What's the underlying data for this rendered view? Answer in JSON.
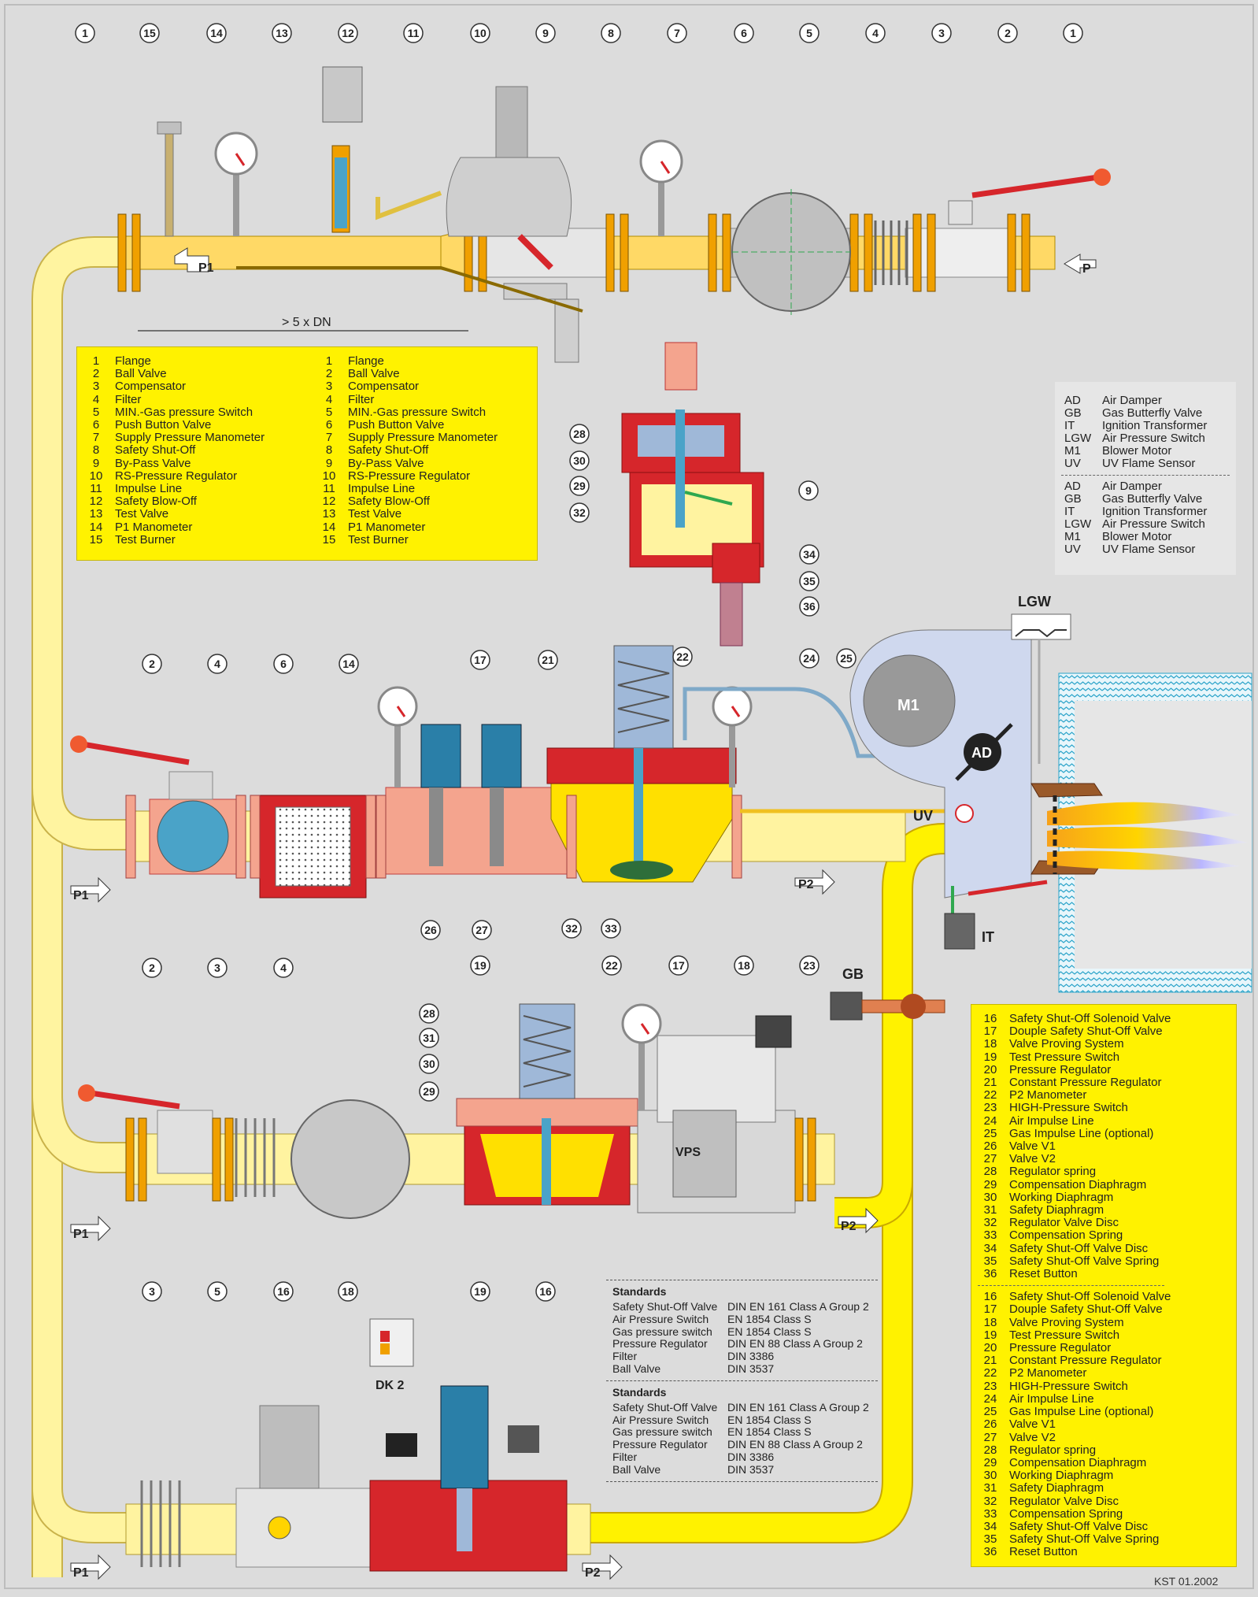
{
  "colors": {
    "background": "#dcdcdc",
    "pipe_yellow": "#fff200",
    "pipe_pale": "#ffef9a",
    "body_red": "#d6262b",
    "body_salmon": "#f4a48e",
    "spring_blue": "#9fb8d8",
    "brass": "#f0a000",
    "valve_grey": "#c9c9c9"
  },
  "icons": [
    "manometer-icon",
    "ball-valve-icon",
    "flange-icon",
    "filter-icon",
    "solenoid-icon",
    "pressure-switch-icon",
    "flame-icon",
    "blower-motor-icon",
    "air-damper-icon",
    "uv-sensor-icon",
    "ignition-transformer-icon",
    "flow-arrow-icon"
  ],
  "callouts": {
    "row1": [
      "1",
      "15",
      "14",
      "13",
      "12",
      "11",
      "10",
      "9",
      "8",
      "7",
      "6",
      "5",
      "4",
      "3",
      "2",
      "1"
    ],
    "inset": [
      "28",
      "30",
      "29",
      "32",
      "9",
      "34",
      "35",
      "36"
    ],
    "row2_top": [
      "2",
      "4",
      "6",
      "14",
      "17",
      "21",
      "22",
      "24",
      "25"
    ],
    "row2_bottom": [
      "26",
      "27",
      "32",
      "33"
    ],
    "row3": [
      "2",
      "3",
      "4",
      "19",
      "28",
      "31",
      "30",
      "29",
      "22",
      "17",
      "18",
      "23"
    ],
    "row4": [
      "3",
      "5",
      "16",
      "18",
      "19",
      "16"
    ]
  },
  "pipe_labels": {
    "p": "P",
    "p1": "P1",
    "p1_sub": "1",
    "p2": "P2",
    "p2_sub": "2",
    "min_distance": "> 5 x DN"
  },
  "component_labels": {
    "lgw": "LGW",
    "m1": "M1",
    "ad": "AD",
    "uv": "UV",
    "it": "IT",
    "gb": "GB",
    "vps": "VPS",
    "dk2": "DK 2"
  },
  "legend_top": [
    [
      "1",
      "Flange"
    ],
    [
      "2",
      "Ball Valve"
    ],
    [
      "3",
      "Compensator"
    ],
    [
      "4",
      "Filter"
    ],
    [
      "5",
      "MIN.-Gas pressure Switch"
    ],
    [
      "6",
      "Push Button Valve"
    ],
    [
      "7",
      "Supply Pressure Manometer"
    ],
    [
      "8",
      "Safety Shut-Off"
    ],
    [
      "9",
      "By-Pass Valve"
    ],
    [
      "10",
      "RS-Pressure Regulator"
    ],
    [
      "11",
      "Impulse Line"
    ],
    [
      "12",
      "Safety Blow-Off"
    ],
    [
      "13",
      "Test Valve"
    ],
    [
      "14",
      "P1 Manometer"
    ],
    [
      "15",
      "Test Burner"
    ]
  ],
  "legend_bottom": [
    [
      "16",
      "Safety Shut-Off Solenoid Valve"
    ],
    [
      "17",
      "Douple Safety Shut-Off Valve"
    ],
    [
      "18",
      "Valve  Proving System"
    ],
    [
      "19",
      "Test Pressure Switch"
    ],
    [
      "20",
      "Pressure Regulator"
    ],
    [
      "21",
      "Constant Pressure Regulator"
    ],
    [
      "22",
      "P2 Manometer"
    ],
    [
      "23",
      "HIGH-Pressure Switch"
    ],
    [
      "24",
      "Air Impulse Line"
    ],
    [
      "25",
      "Gas Impulse Line (optional)"
    ],
    [
      "26",
      "Valve V1"
    ],
    [
      "27",
      "Valve V2"
    ],
    [
      "28",
      "Regulator spring"
    ],
    [
      "29",
      "Compensation Diaphragm"
    ],
    [
      "30",
      "Working Diaphragm"
    ],
    [
      "31",
      "Safety Diaphragm"
    ],
    [
      "32",
      "Regulator Valve Disc"
    ],
    [
      "33",
      "Compensation Spring"
    ],
    [
      "34",
      "Safety Shut-Off Valve Disc"
    ],
    [
      "35",
      "Safety Shut-Off Valve Spring"
    ],
    [
      "36",
      "Reset Button"
    ]
  ],
  "abbreviations": [
    [
      "AD",
      "Air Damper"
    ],
    [
      "GB",
      "Gas Butterfly Valve"
    ],
    [
      "IT",
      "Ignition Transformer"
    ],
    [
      "LGW",
      "Air Pressure Switch"
    ],
    [
      "M1",
      "Blower Motor"
    ],
    [
      "UV",
      "UV Flame Sensor"
    ]
  ],
  "standards": {
    "title": "Standards",
    "rows": [
      [
        "Safety Shut-Off Valve",
        "DIN EN 161 Class A Group 2"
      ],
      [
        "Air Pressure Switch",
        "EN 1854 Class S"
      ],
      [
        "Gas pressure switch",
        "EN 1854 Class S"
      ],
      [
        "Pressure Regulator",
        "DIN EN 88 Class A Group 2"
      ],
      [
        "Filter",
        "DIN 3386"
      ],
      [
        "Ball Valve",
        "DIN 3537"
      ]
    ]
  },
  "footer_code": "KST 01.2002"
}
